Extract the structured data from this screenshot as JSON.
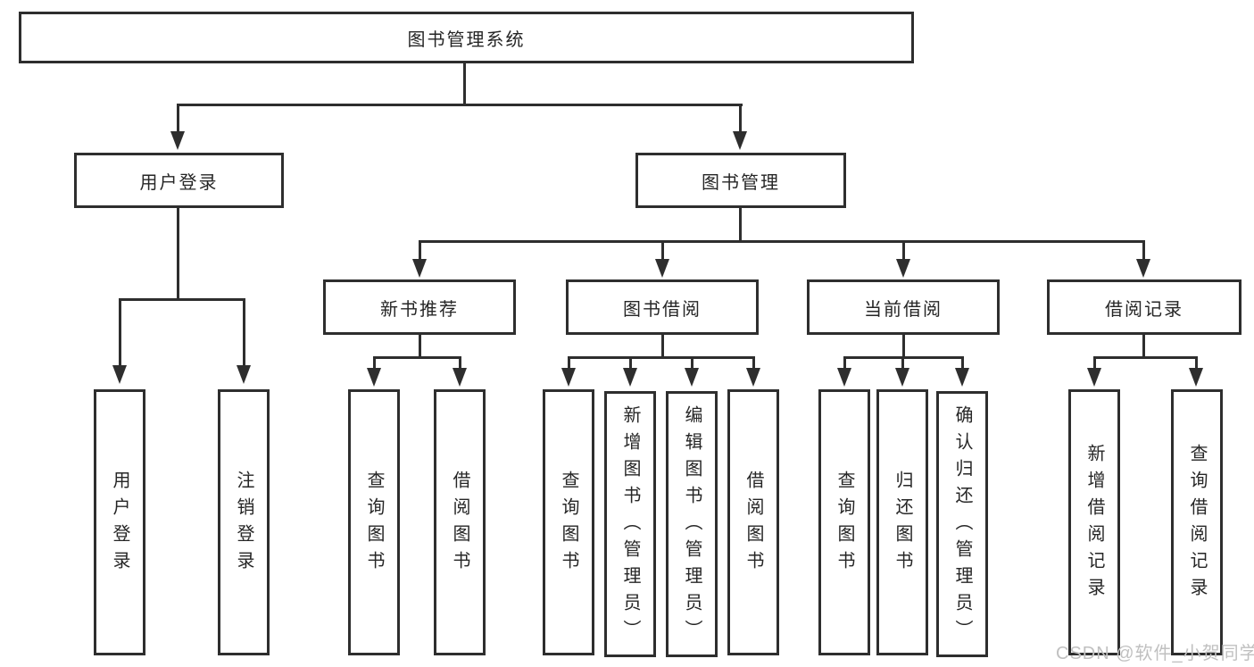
{
  "diagram": {
    "type": "tree",
    "root": {
      "label": "图书管理系统"
    },
    "level2": [
      {
        "label": "用户登录",
        "parent": "图书管理系统"
      },
      {
        "label": "图书管理",
        "parent": "图书管理系统"
      }
    ],
    "level3": [
      {
        "label": "新书推荐",
        "parent": "图书管理"
      },
      {
        "label": "图书借阅",
        "parent": "图书管理"
      },
      {
        "label": "当前借阅",
        "parent": "图书管理"
      },
      {
        "label": "借阅记录",
        "parent": "图书管理"
      }
    ],
    "leaves": [
      {
        "label": "用户登录",
        "parent": "用户登录"
      },
      {
        "label": "注销登录",
        "parent": "用户登录"
      },
      {
        "label": "查询图书",
        "parent": "新书推荐"
      },
      {
        "label": "借阅图书",
        "parent": "新书推荐"
      },
      {
        "label": "查询图书",
        "parent": "图书借阅"
      },
      {
        "label": "新增图书（管理员）",
        "parent": "图书借阅"
      },
      {
        "label": "编辑图书（管理员）",
        "parent": "图书借阅"
      },
      {
        "label": "借阅图书",
        "parent": "图书借阅"
      },
      {
        "label": "查询图书",
        "parent": "当前借阅"
      },
      {
        "label": "归还图书",
        "parent": "当前借阅"
      },
      {
        "label": "确认归还（管理员）",
        "parent": "当前借阅"
      },
      {
        "label": "新增借阅记录",
        "parent": "借阅记录"
      },
      {
        "label": "查询借阅记录",
        "parent": "借阅记录"
      }
    ]
  },
  "watermark": {
    "text": "CSDN @软件_小贺同学"
  },
  "colors": {
    "line": "#2e2e2e",
    "text": "#262626",
    "box_background": "#ffffff",
    "page_background": "#ffffff",
    "watermark": "#c0c0c0"
  }
}
